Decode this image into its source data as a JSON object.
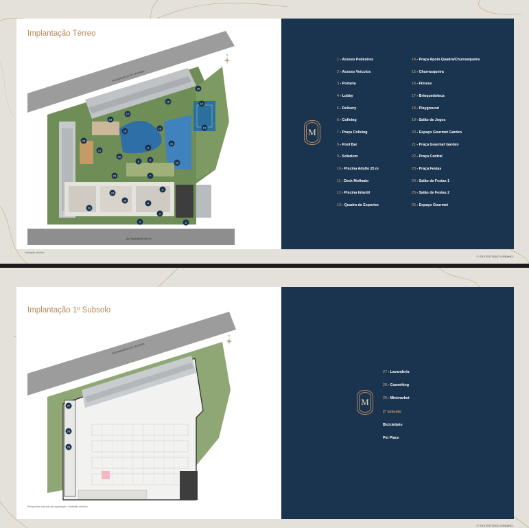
{
  "page_terreo": {
    "title": "Implantação Térreo",
    "street_top": "RUA MAURÍCIO DE LACERDA",
    "street_bottom": "AV. FAGUNDES FILHO",
    "north_label": "N",
    "footnote": "Ilustração artística",
    "copyright": "© SEX ESTÚDIO URBANO.",
    "legend_left": [
      {
        "num": "1",
        "label": "Acesso Pedestres"
      },
      {
        "num": "2",
        "label": "Acesso Veículos"
      },
      {
        "num": "3",
        "label": "Portaria"
      },
      {
        "num": "4",
        "label": "Lobby"
      },
      {
        "num": "5",
        "label": "Delivery"
      },
      {
        "num": "6",
        "label": "Coliving"
      },
      {
        "num": "7",
        "label": "Praça Coliving"
      },
      {
        "num": "8",
        "label": "Pool Bar"
      },
      {
        "num": "9",
        "label": "Solarium"
      },
      {
        "num": "10",
        "label": "Piscina Adulto 25 m"
      },
      {
        "num": "11",
        "label": "Deck Molhado"
      },
      {
        "num": "12",
        "label": "Piscina Infantil"
      },
      {
        "num": "13",
        "label": "Quadra de Esportes"
      }
    ],
    "legend_right": [
      {
        "num": "14",
        "label": "Praça Apoio Quadra/Churrasqueira"
      },
      {
        "num": "15",
        "label": "Churrasqueira"
      },
      {
        "num": "16",
        "label": "Fitness"
      },
      {
        "num": "17",
        "label": "Brinquedoteca"
      },
      {
        "num": "18",
        "label": "Playground"
      },
      {
        "num": "19",
        "label": "Salão de Jogos"
      },
      {
        "num": "20",
        "label": "Espaço Gourmet Garden"
      },
      {
        "num": "21",
        "label": "Praça Gourmet Garden"
      },
      {
        "num": "22",
        "label": "Praça Central"
      },
      {
        "num": "23",
        "label": "Praça Festas"
      },
      {
        "num": "24",
        "label": "Salão de Festas 1"
      },
      {
        "num": "25",
        "label": "Salão de Festas 2"
      },
      {
        "num": "26",
        "label": "Espaço Gourmet"
      }
    ],
    "emblem_letter": "M"
  },
  "page_subsolo": {
    "title": "Implantação 1º Subsolo",
    "street_top": "RUA MAURÍCIO DE LACERDA",
    "north_label": "N",
    "footnote": "Perspectiva ilustrada da implantação. Ilustração artística.",
    "copyright": "© SEX ESTÚDIO URBANO.",
    "legend": [
      {
        "num": "27",
        "label": "Lavanderia",
        "gold": false
      },
      {
        "num": "28",
        "label": "Coworking",
        "gold": false
      },
      {
        "num": "29",
        "label": "Minimarket",
        "gold": false
      },
      {
        "num": "",
        "label": "2º subsolo",
        "gold": true
      },
      {
        "num": "",
        "label": "Bicicletário",
        "gold": false
      },
      {
        "num": "",
        "label": "Pet Place",
        "gold": false
      }
    ],
    "emblem_letter": "M"
  },
  "colors": {
    "background": "#e3e1d9",
    "navy_panel": "#1a3450",
    "gold_accent": "#b8895a",
    "pool_blue": "#2f6fa8",
    "garden_green": "#5a7a45"
  },
  "icons": [
    "compass-icon",
    "logo-emblem-icon"
  ]
}
